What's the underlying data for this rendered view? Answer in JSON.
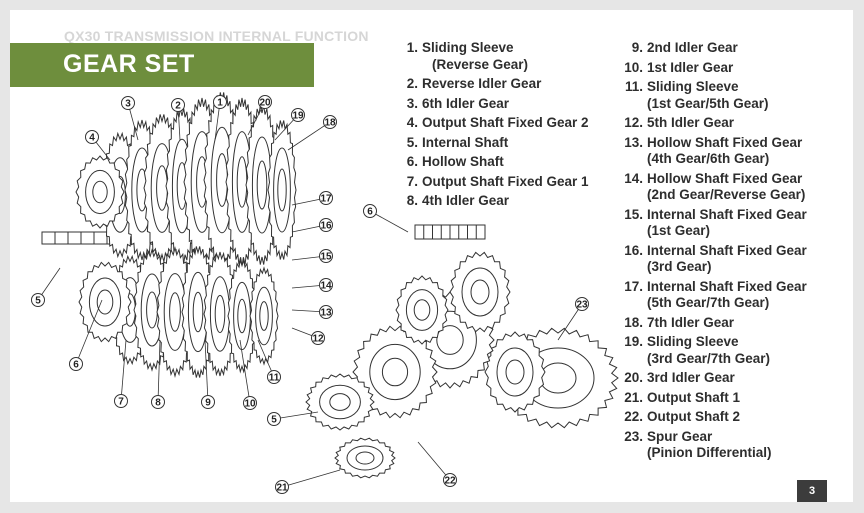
{
  "header": {
    "supertitle": "QX30 TRANSMISSION INTERNAL FUNCTION",
    "title": "GEAR SET"
  },
  "legend": [
    {
      "num": "1.",
      "lines": [
        "Sliding Sleeve",
        "(Reverse Gear)"
      ]
    },
    {
      "num": "2.",
      "lines": [
        "Reverse Idler Gear"
      ]
    },
    {
      "num": "3.",
      "lines": [
        "6th Idler Gear"
      ]
    },
    {
      "num": "4.",
      "lines": [
        "Output Shaft Fixed Gear 2"
      ]
    },
    {
      "num": "5.",
      "lines": [
        "Internal Shaft"
      ]
    },
    {
      "num": "6.",
      "lines": [
        "Hollow Shaft"
      ]
    },
    {
      "num": "7.",
      "lines": [
        "Output Shaft Fixed Gear 1"
      ]
    },
    {
      "num": "8.",
      "lines": [
        "4th Idler Gear"
      ]
    },
    {
      "num": "9.",
      "lines": [
        "2nd Idler Gear"
      ]
    },
    {
      "num": "10.",
      "lines": [
        "1st Idler Gear"
      ]
    },
    {
      "num": "11.",
      "lines": [
        "Sliding Sleeve",
        "(1st Gear/5th Gear)"
      ]
    },
    {
      "num": "12.",
      "lines": [
        "5th Idler Gear"
      ]
    },
    {
      "num": "13.",
      "lines": [
        "Hollow Shaft Fixed Gear",
        "(4th Gear/6th Gear)"
      ]
    },
    {
      "num": "14.",
      "lines": [
        "Hollow Shaft Fixed Gear",
        "(2nd Gear/Reverse Gear)"
      ]
    },
    {
      "num": "15.",
      "lines": [
        "Internal Shaft Fixed Gear",
        "(1st Gear)"
      ]
    },
    {
      "num": "16.",
      "lines": [
        "Internal Shaft Fixed Gear",
        "(3rd Gear)"
      ]
    },
    {
      "num": "17.",
      "lines": [
        "Internal Shaft Fixed Gear",
        "(5th Gear/7th Gear)"
      ]
    },
    {
      "num": "18.",
      "lines": [
        "7th Idler Gear"
      ]
    },
    {
      "num": "19.",
      "lines": [
        "Sliding Sleeve",
        "(3rd Gear/7th Gear)"
      ]
    },
    {
      "num": "20.",
      "lines": [
        "3rd Idler Gear"
      ]
    },
    {
      "num": "21.",
      "lines": [
        "Output Shaft 1"
      ]
    },
    {
      "num": "22.",
      "lines": [
        "Output Shaft 2"
      ]
    },
    {
      "num": "23.",
      "lines": [
        "Spur Gear",
        "(Pinion Differential)"
      ]
    }
  ],
  "page_number": "3",
  "callouts": {
    "left": [
      "1",
      "2",
      "3",
      "4",
      "5",
      "6",
      "7",
      "8",
      "9",
      "10",
      "11",
      "12",
      "13",
      "14",
      "15",
      "16",
      "17",
      "18",
      "19",
      "20"
    ],
    "right": [
      "6",
      "5",
      "21",
      "22",
      "23"
    ]
  },
  "colors": {
    "banner": "#6e8e3d",
    "supertitle": "#d6d6d6",
    "text": "#2e2e2e",
    "page_number_bg": "#3c3c3c"
  }
}
